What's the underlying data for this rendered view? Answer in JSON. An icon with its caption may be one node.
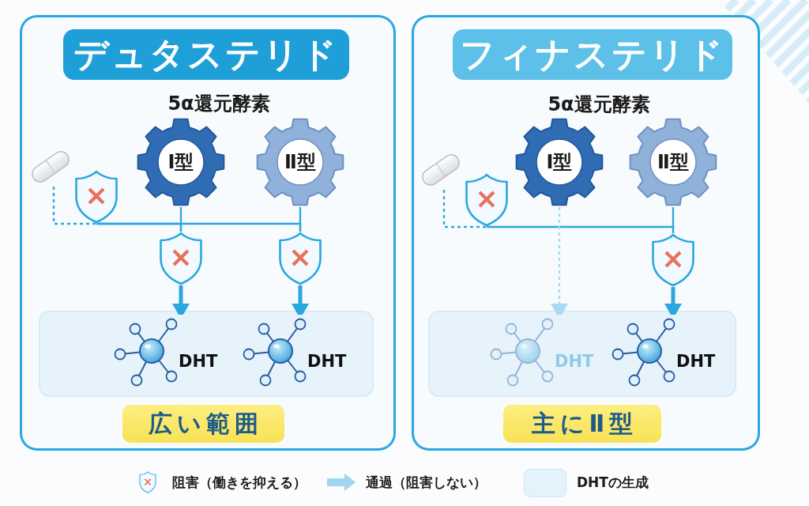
{
  "diagram": {
    "nodes": [
      {
        "text": [
          "デュタステリド"
        ]
      },
      {
        "text": [],
        "shape": "capsule",
        "in": 0
      },
      {
        "text": [],
        "shape": "shield",
        "in": 0
      },
      {
        "text": [
          "Ⅰ型"
        ],
        "in": 0
      },
      {
        "text": [
          "Ⅱ型"
        ],
        "in": 0
      },
      {
        "text": [],
        "shape": "shield",
        "in": 0
      },
      {
        "text": [],
        "shape": "shield",
        "in": 0
      },
      {
        "text": [],
        "shape": "box",
        "in": 0
      },
      {
        "text": [
          "DHT"
        ],
        "in": 7
      },
      {
        "text": [
          "DHT"
        ],
        "in": 7
      },
      {
        "text": [
          "広い範囲"
        ],
        "in": 0
      },
      {
        "text": [
          "フィナステリド"
        ]
      },
      {
        "text": [],
        "shape": "capsule",
        "in": 11
      },
      {
        "text": [],
        "shape": "shield",
        "in": 11
      },
      {
        "text": [
          "Ⅰ型"
        ],
        "in": 11
      },
      {
        "text": [
          "Ⅱ型"
        ],
        "in": 11
      },
      {
        "text": [],
        "shape": "shield",
        "in": 11
      },
      {
        "text": [],
        "shape": "box",
        "in": 11
      },
      {
        "text": [
          "DHT"
        ],
        "in": 17
      },
      {
        "text": [
          "DHT"
        ],
        "in": 17
      },
      {
        "text": [
          "主にⅡ型"
        ],
        "in": 11
      }
    ],
    "edges": [
      {
        "from": 1,
        "to": 2,
        "arrow": "none",
        "style": "dashed"
      },
      {
        "from": 2,
        "to": 5,
        "arrow": "none"
      },
      {
        "from": 2,
        "to": 6,
        "arrow": "none"
      },
      {
        "from": 3,
        "to": 5,
        "arrow": "none"
      },
      {
        "from": 4,
        "to": 6,
        "arrow": "none"
      },
      {
        "from": 5,
        "to": 8,
        "arrow": "to",
        "style": "thick"
      },
      {
        "from": 6,
        "to": 9,
        "arrow": "to",
        "style": "thick"
      },
      {
        "from": 12,
        "to": 13,
        "arrow": "none",
        "style": "dashed"
      },
      {
        "from": 13,
        "to": 16,
        "arrow": "none"
      },
      {
        "from": 14,
        "to": 18,
        "arrow": "to",
        "style": "dashed",
        "color": "#a9d9f0"
      },
      {
        "from": 15,
        "to": 16,
        "arrow": "none"
      },
      {
        "from": 16,
        "to": 19,
        "arrow": "to",
        "style": "thick"
      }
    ],
    "labels": [
      "5α還元酵素",
      "5α還元酵素"
    ],
    "legend": [
      {
        "text": "阻害（働きを抑える）"
      },
      {
        "text": "通過（阻害しない）"
      },
      {
        "text": "DHTの生成",
        "color": "#e4f3fb"
      }
    ]
  }
}
